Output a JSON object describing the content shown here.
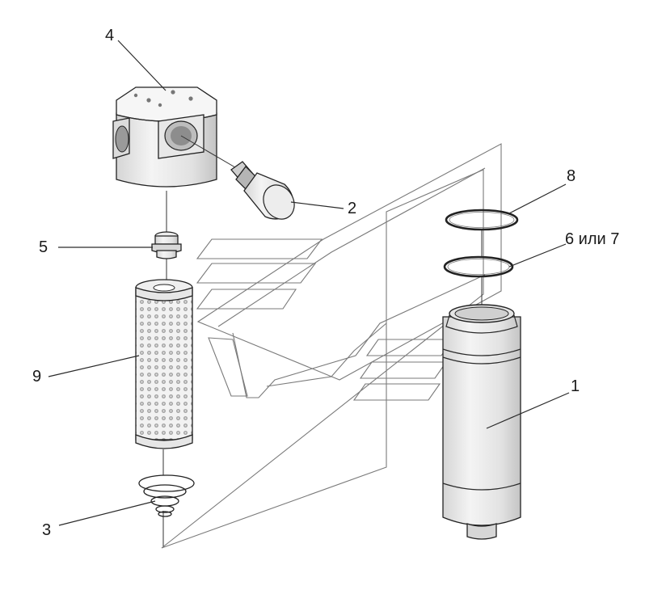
{
  "labels": {
    "l1": "1",
    "l2": "2",
    "l3": "3",
    "l4": "4",
    "l5": "5",
    "l67": "6 или 7",
    "l8": "8",
    "l9": "9"
  },
  "colors": {
    "line": "#2a2a2a",
    "shade": "#e6e6e6",
    "shade_dark": "#c8c8c8",
    "background": "#ffffff"
  }
}
